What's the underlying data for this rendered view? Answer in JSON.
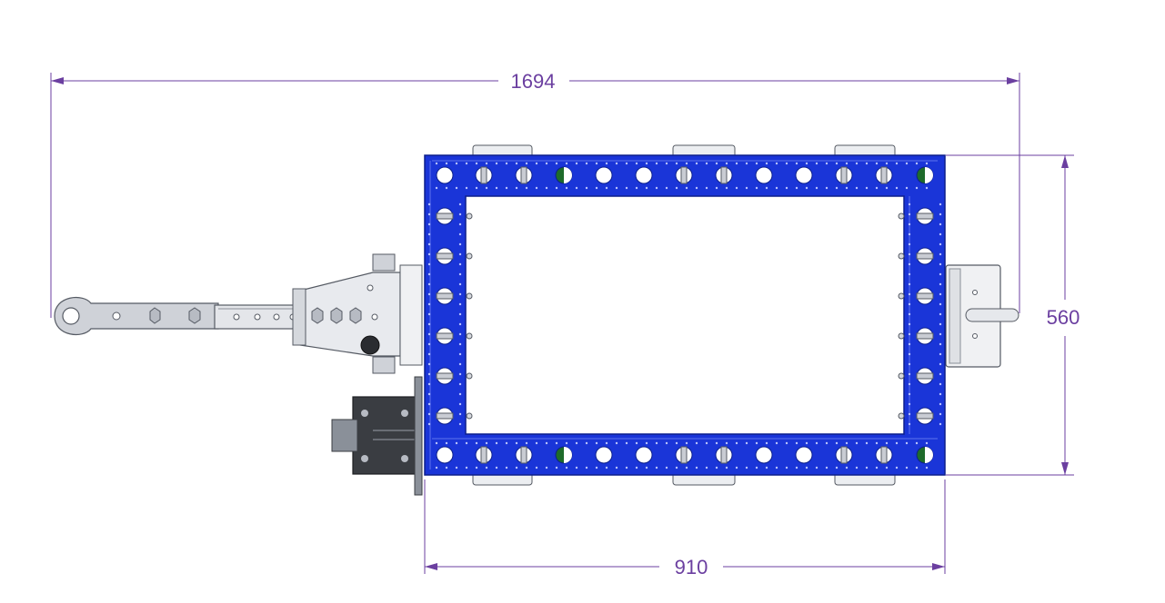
{
  "dimensions": {
    "overall_length": "1694",
    "frame_width": "560",
    "frame_length": "910"
  },
  "colors": {
    "dimension": "#6b3fa0",
    "frame_blue": "#1a35d8",
    "frame_edge": "#0c1f8c",
    "hole": "#ffffff",
    "steel": "#c9ccd3",
    "steel_edge": "#555a63",
    "dark_plate": "#3a3d42",
    "marker_green": "#1e6b2a"
  },
  "components": [
    "cart-frame",
    "tow-bar",
    "hitch-coupler",
    "side-bracket",
    "caster-mount"
  ]
}
